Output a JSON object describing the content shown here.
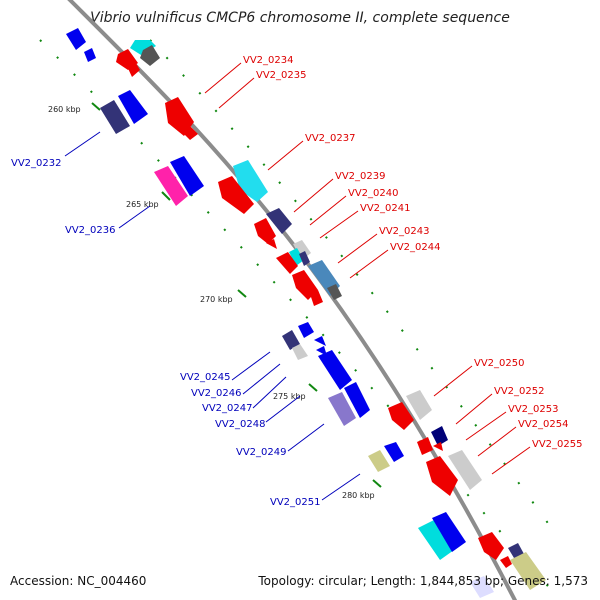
{
  "title": "Vibrio vulnificus CMCP6 chromosome II, complete sequence",
  "footer": {
    "accession": "Accession: NC_004460",
    "topology": "Topology: circular; Length: 1,844,853 bp; Genes: 1,573"
  },
  "colors": {
    "backbone": "#8c8c8c",
    "forward_label": "#dd0000",
    "reverse_label": "#0000bb",
    "tick": "#118811"
  },
  "kbp_marks": [
    "260 kbp",
    "265 kbp",
    "270 kbp",
    "275 kbp",
    "280 kbp"
  ],
  "forward_labels": [
    "VV2_0234",
    "VV2_0235",
    "VV2_0237",
    "VV2_0239",
    "VV2_0240",
    "VV2_0241",
    "VV2_0243",
    "VV2_0244",
    "VV2_0250",
    "VV2_0252",
    "VV2_0253",
    "VV2_0254",
    "VV2_0255"
  ],
  "reverse_labels": [
    "VV2_0232",
    "VV2_0236",
    "VV2_0245",
    "VV2_0246",
    "VV2_0247",
    "VV2_0248",
    "VV2_0249",
    "VV2_0251"
  ]
}
